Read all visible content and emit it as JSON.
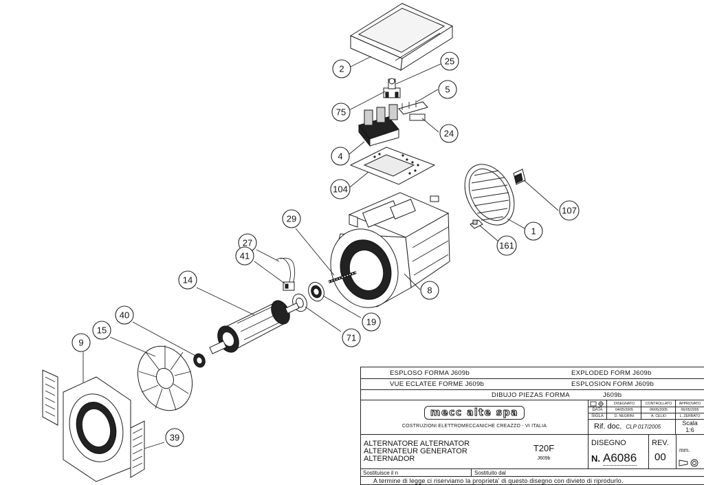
{
  "callouts": [
    "2",
    "25",
    "75",
    "5",
    "24",
    "4",
    "104",
    "107",
    "1",
    "161",
    "8",
    "29",
    "27",
    "41",
    "14",
    "19",
    "71",
    "40",
    "15",
    "9",
    "39"
  ],
  "title_block": {
    "row1": {
      "left": "ESPLOSO FORMA   J609b",
      "right": "EXPLODED FORM   J609b"
    },
    "row2": {
      "left": "VUE ECLATEE FORME   J609b",
      "right": "ESPLOSION FORM   J609b"
    },
    "row3": {
      "center": "DIBUJO PIEZAS FORMA",
      "code": "J609b"
    },
    "logo": "mecc alte spa",
    "company": "COSTRUZIONI ELETTROMECCANICHE    CREAZZO - VI    ITALIA",
    "approvals": {
      "headers": [
        "DISEGNATO",
        "CONTROLLATO",
        "APPROVATO"
      ],
      "data_label": "DATA",
      "sigla_label": "SIGLA",
      "dates": [
        "04/05/2005",
        "06/05/2005",
        "06/05/2005"
      ],
      "names": [
        "D. NEGRINI",
        "A. CELIO",
        "L. ZERBATO"
      ]
    },
    "rif_label": "Rif. doc.",
    "rif_value": "CLP 017/2005",
    "scala_label": "Scala",
    "scala_value": "1:6",
    "description": [
      "ALTERNATORE ALTERNATOR",
      "ALTERNATEUR GENERATOR",
      "ALTERNADOR"
    ],
    "model": "T20F",
    "model_code": "J609b",
    "disegno_label": "DISEGNO",
    "number_prefix": "N.",
    "number": "A6086",
    "rev_label": "REV.",
    "rev_value": "00",
    "unit": "mm.",
    "sostituisce": "Sostituisce il n",
    "sostituito": "Sostituito dal",
    "footer": "A  termine  di  legge  ci  riserviamo  la  proprieta'  di  questo  disegno  con  divieto  di  riprodurlo."
  }
}
